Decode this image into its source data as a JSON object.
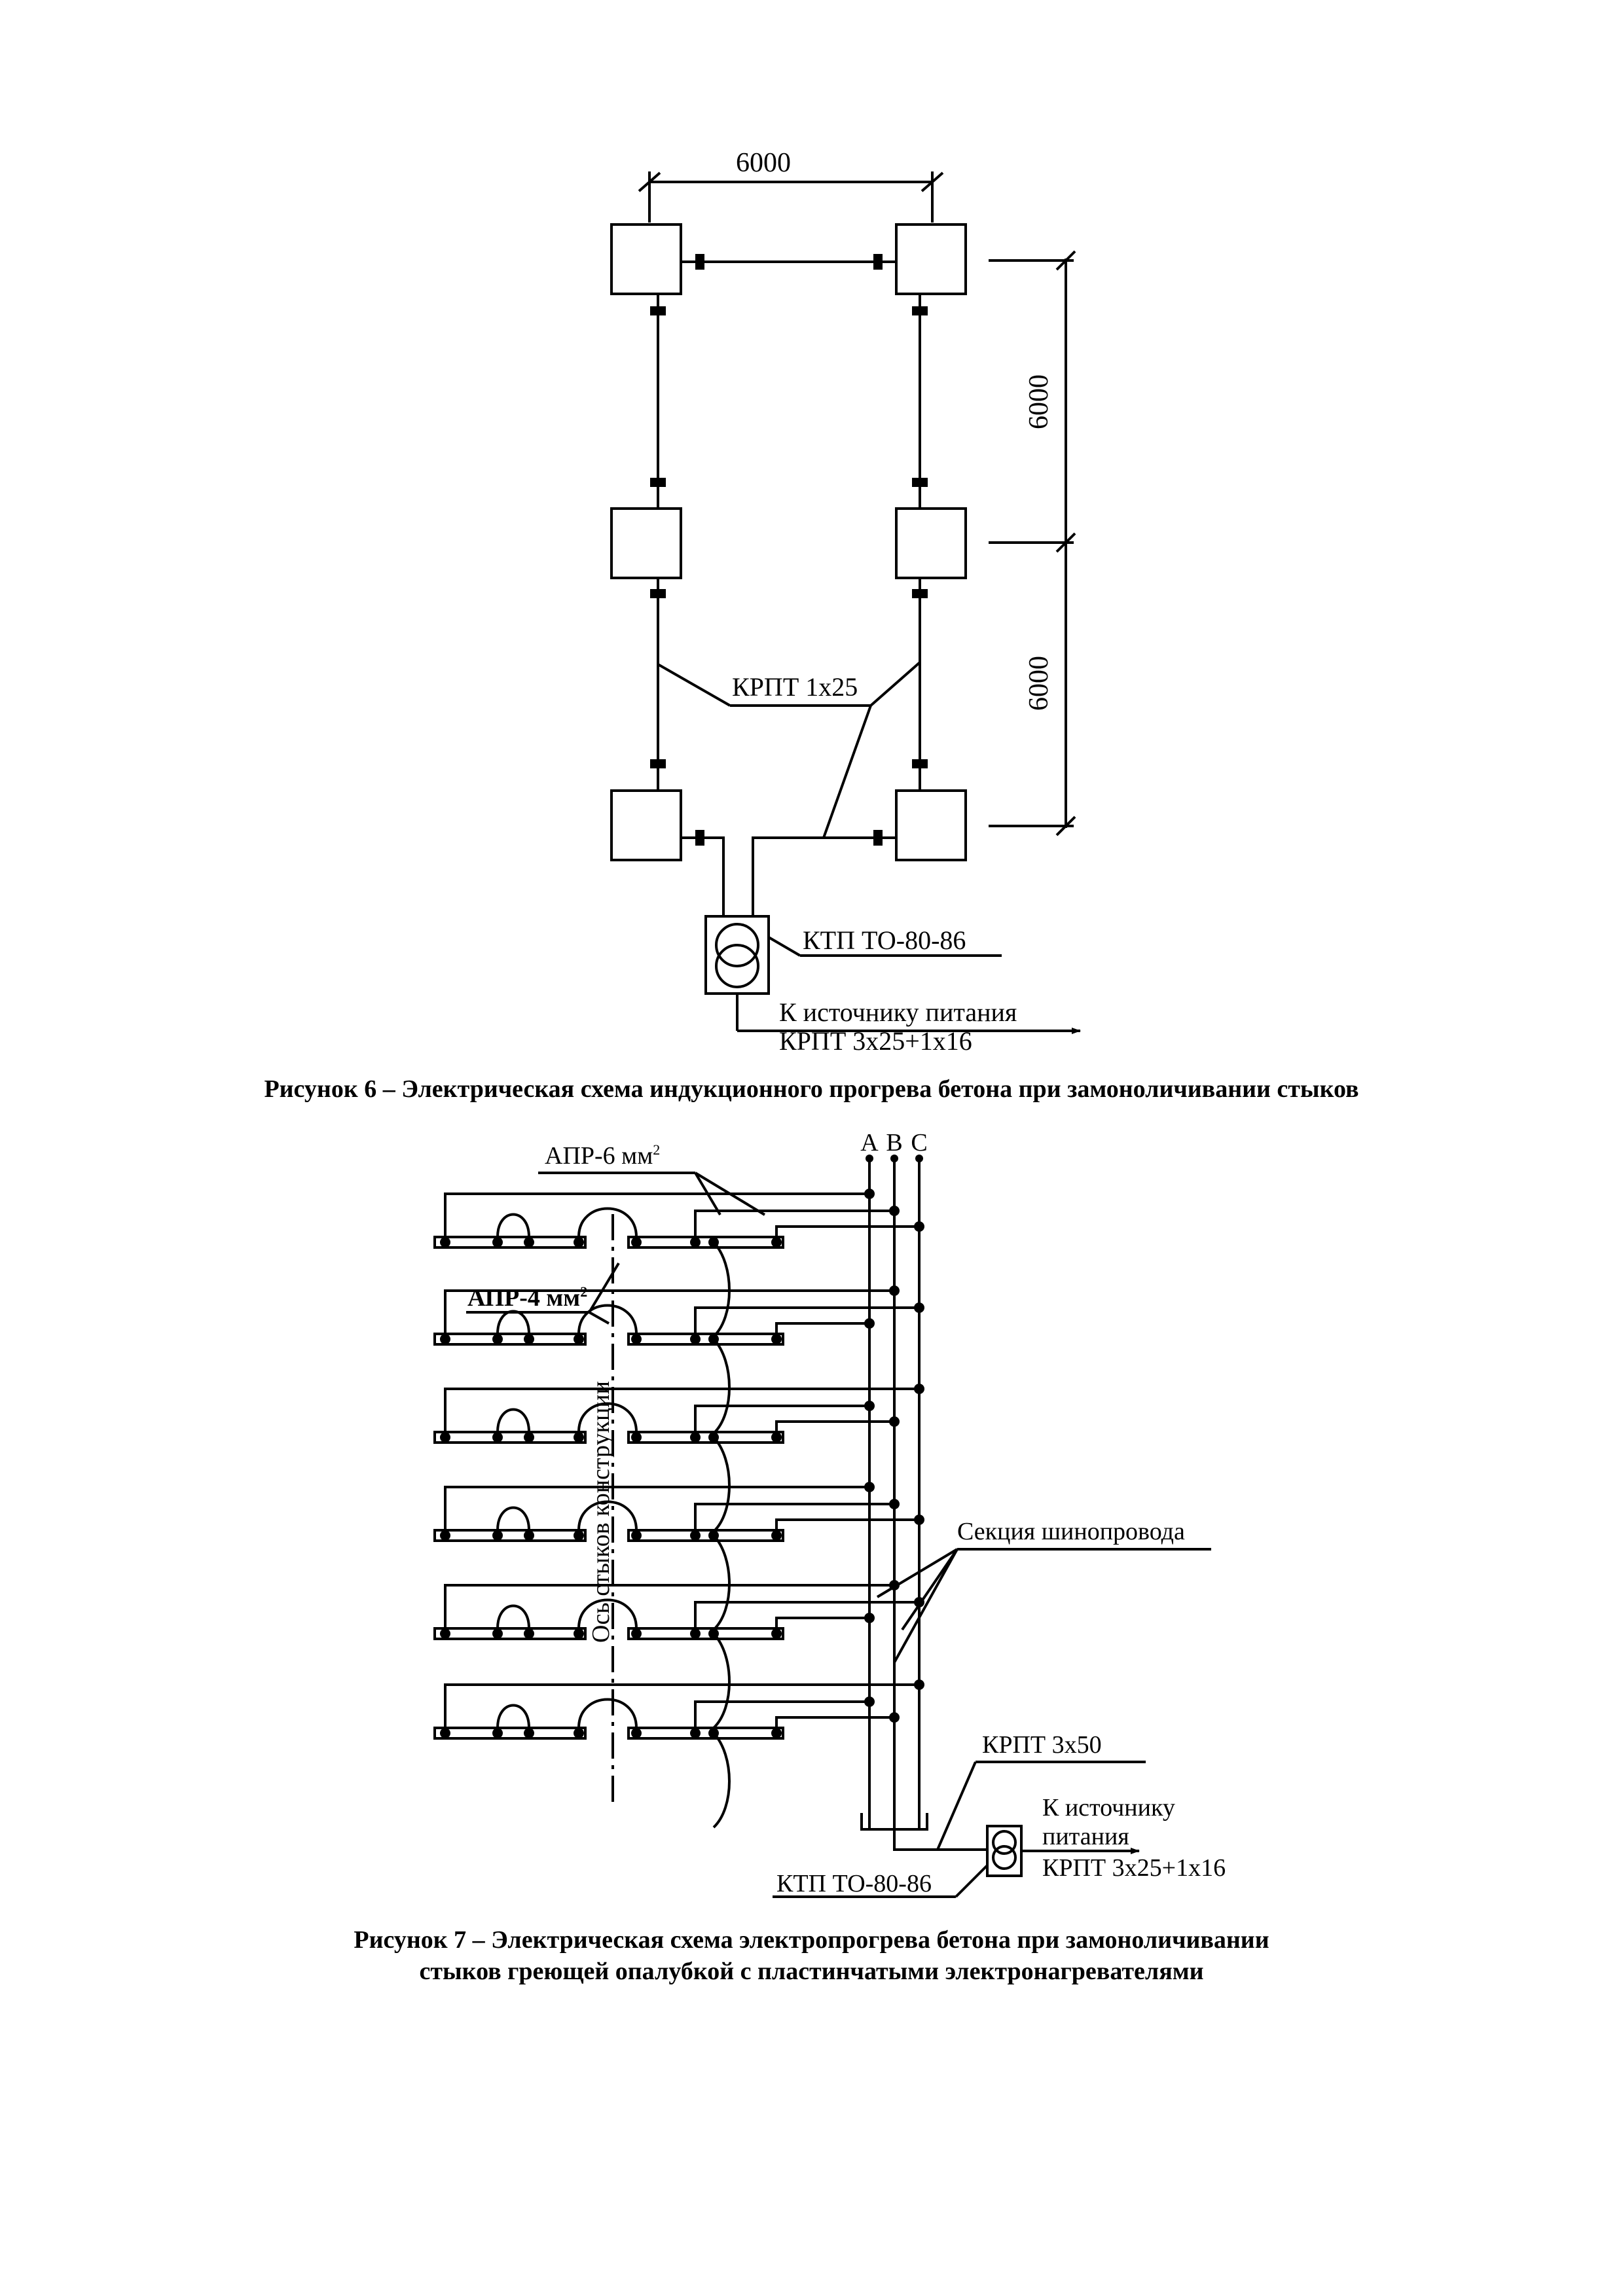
{
  "figure6": {
    "dimension_horizontal": "6000",
    "dimension_vertical_top": "6000",
    "dimension_vertical_bottom": "6000",
    "cable_label": "КРПТ 1х25",
    "ktp_label": "КТП ТО-80-86",
    "source_line1": "К источнику питания",
    "source_line2": "КРПТ 3х25+1х16",
    "caption": "Рисунок 6 – Электрическая схема индукционного прогрева бетона при замоноличивании стыков"
  },
  "figure7": {
    "apr6_label": "АПР-6 мм",
    "apr6_sup": "2",
    "apr4_label": "АПР-4 мм",
    "apr4_sup": "2",
    "phase_a": "А",
    "phase_b": "В",
    "phase_c": "С",
    "axis_label": "Ось стыков конструкции",
    "busbar_label": "Секция шинопровода",
    "krpt_label": "КРПТ 3х50",
    "source_line1": "К источнику",
    "source_line2": "питания",
    "source_line3": "КРПТ 3х25+1х16",
    "ktp_label": "КТП ТО-80-86",
    "caption_line1": "Рисунок 7 – Электрическая схема электропрогрева бетона при замоноличивании",
    "caption_line2": "стыков греющей опалубкой с пластинчатыми электронагревателями"
  }
}
